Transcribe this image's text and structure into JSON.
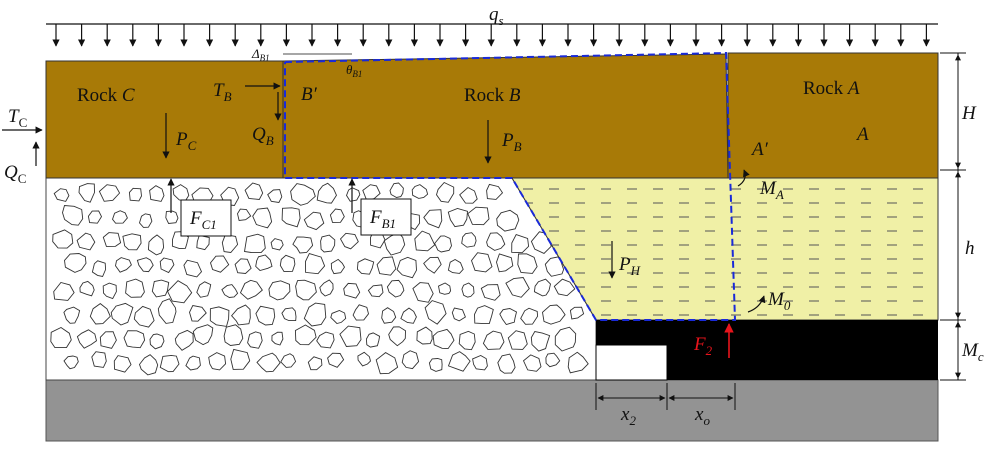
{
  "load": {
    "symbol": "q",
    "sub": "s"
  },
  "rocks": {
    "C": {
      "name": "Rock ",
      "letter": "C"
    },
    "B": {
      "name": "Rock ",
      "letter": "B"
    },
    "A": {
      "name": "Rock ",
      "letter": "A"
    }
  },
  "labels": {
    "TC": {
      "base": "T",
      "sub": "C"
    },
    "QC": {
      "base": "Q",
      "sub": "C"
    },
    "TB": {
      "base": "T",
      "sub": "B"
    },
    "QB": {
      "base": "Q",
      "sub": "B"
    },
    "PC": {
      "base": "P",
      "sub": "C"
    },
    "PB": {
      "base": "P",
      "sub": "B"
    },
    "PH": {
      "base": "P",
      "sub": "H"
    },
    "FC1": {
      "base": "F",
      "sub": "C1"
    },
    "FB1": {
      "base": "F",
      "sub": "B1"
    },
    "MA": {
      "base": "M",
      "sub": "A"
    },
    "M0": {
      "base": "M",
      "sub": "0"
    },
    "F2": {
      "base": "F",
      "sub": "2",
      "color": "#e8141c"
    },
    "delta": {
      "base": "Δ",
      "sub": "B1"
    },
    "theta": {
      "base": "θ",
      "sub": "B1"
    },
    "Bprime": "B′",
    "Aprime": "A′",
    "Apoint": "A"
  },
  "dimensions": {
    "H": "H",
    "h": "h",
    "Mc": {
      "base": "M",
      "sub": "c"
    },
    "x2": {
      "base": "x",
      "sub": "2"
    },
    "xo": {
      "base": "x",
      "sub": "o"
    }
  },
  "colors": {
    "rock": "#a87a07",
    "yellow": "#f0f0a6",
    "black": "#000000",
    "floor": "#939393",
    "dash": "#1a2ad8",
    "red": "#e8141c"
  }
}
